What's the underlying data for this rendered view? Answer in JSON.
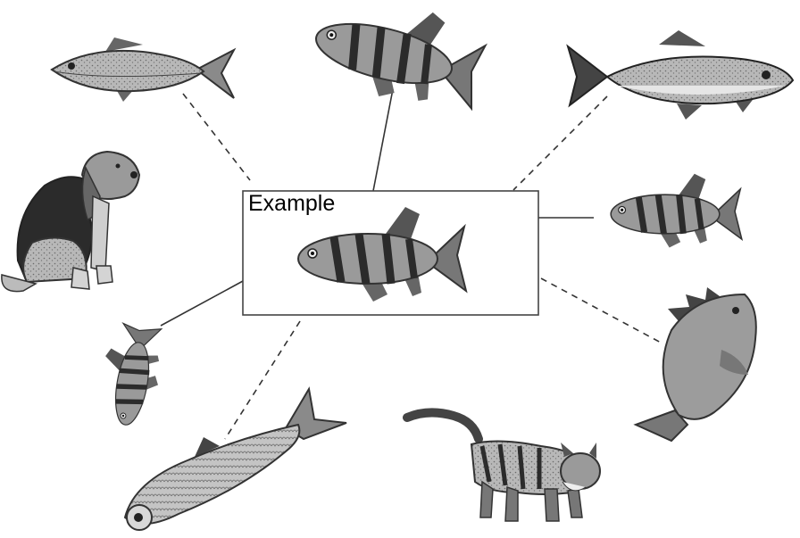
{
  "center": {
    "label": "Example",
    "animal": "striped-fish"
  },
  "surrounding_items": [
    {
      "animal": "tuna-fish",
      "link": "dashed"
    },
    {
      "animal": "striped-fish",
      "link": "solid"
    },
    {
      "animal": "trout-fish",
      "link": "dashed"
    },
    {
      "animal": "striped-fish",
      "link": "solid"
    },
    {
      "animal": "bass-fish",
      "link": "dashed"
    },
    {
      "animal": "cat",
      "link": "none"
    },
    {
      "animal": "herring-fish",
      "link": "dashed"
    },
    {
      "animal": "striped-fish",
      "link": "solid"
    },
    {
      "animal": "dog",
      "link": "none"
    }
  ],
  "colors": {
    "line": "#333333",
    "box_border": "#444444",
    "fish_gray": "#a9a9a9",
    "stripe": "#2b2b2b"
  }
}
